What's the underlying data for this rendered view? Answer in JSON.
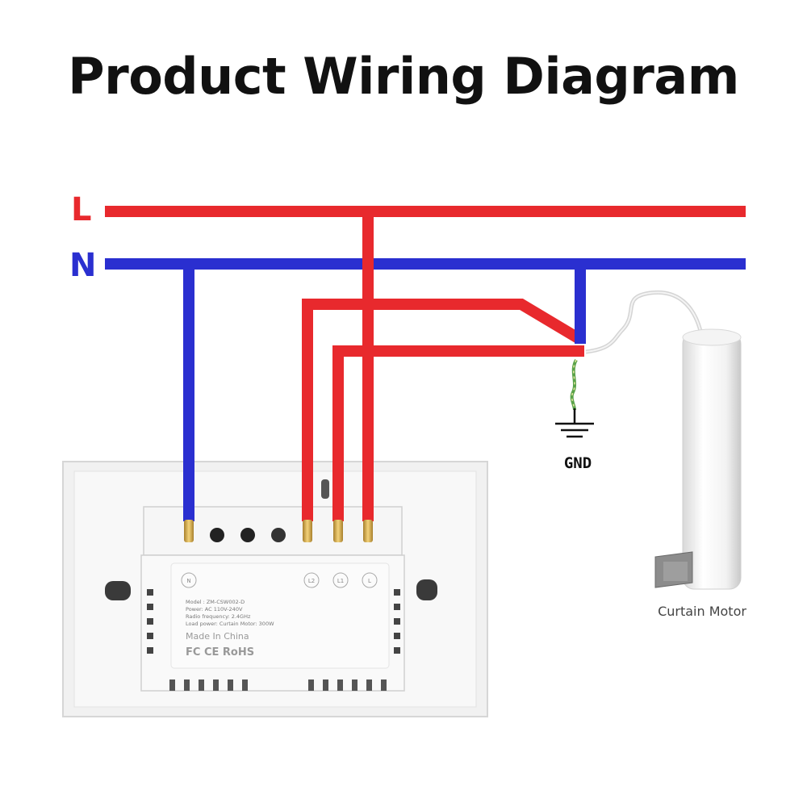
{
  "title": "Product Wiring Diagram",
  "lines": {
    "live_label": "L",
    "neutral_label": "N"
  },
  "ground": {
    "label": "GND"
  },
  "motor": {
    "label": "Curtain Motor"
  },
  "switch": {
    "terminals": [
      "N",
      "L2",
      "L1",
      "L"
    ],
    "spec_lines": [
      "Model : ZM-CSW002-D",
      "Power: AC 110V-240V",
      "Radio frequency: 2.4GHz",
      "Load power: Curtain Motor:   300W"
    ],
    "made_in": "Made In China",
    "certifications": "FC CE RoHS"
  },
  "colors": {
    "live": "#e8292d",
    "neutral": "#2a2fd0",
    "ground": "#5aa34a"
  }
}
